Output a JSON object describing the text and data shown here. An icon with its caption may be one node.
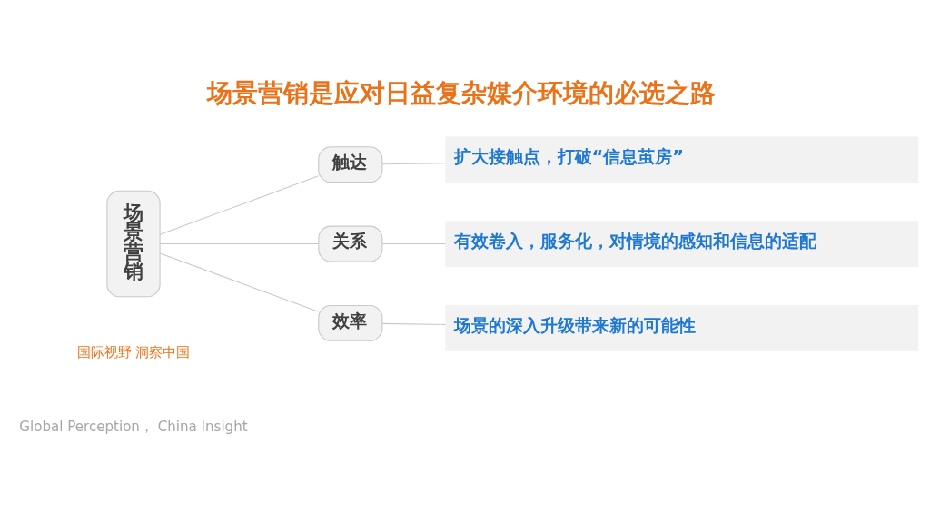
{
  "diagram": {
    "title": "场景营销是应对日益复杂媒介环境的必选之路",
    "nodes": [
      {
        "text": [
          "场景营销"
        ]
      },
      {
        "text": [
          "触达"
        ]
      },
      {
        "text": [
          "扩大接触点，打破“信息茧房”"
        ]
      },
      {
        "text": [
          "关系"
        ]
      },
      {
        "text": [
          "有效卷入，服务化，对情境的感知和信息的适配"
        ]
      },
      {
        "text": [
          "效率"
        ]
      },
      {
        "text": [
          "场景的深入升级带来新的可能性"
        ]
      }
    ],
    "edges": [
      {
        "from": 0,
        "to": 1,
        "arrow": "none"
      },
      {
        "from": 1,
        "to": 2,
        "arrow": "none"
      },
      {
        "from": 0,
        "to": 3,
        "arrow": "none"
      },
      {
        "from": 3,
        "to": 4,
        "arrow": "none"
      },
      {
        "from": 0,
        "to": 5,
        "arrow": "none"
      },
      {
        "from": 5,
        "to": 6,
        "arrow": "none"
      }
    ],
    "labels": [
      "国际视野 洞察中国",
      "Global Perception， China Insight"
    ]
  }
}
